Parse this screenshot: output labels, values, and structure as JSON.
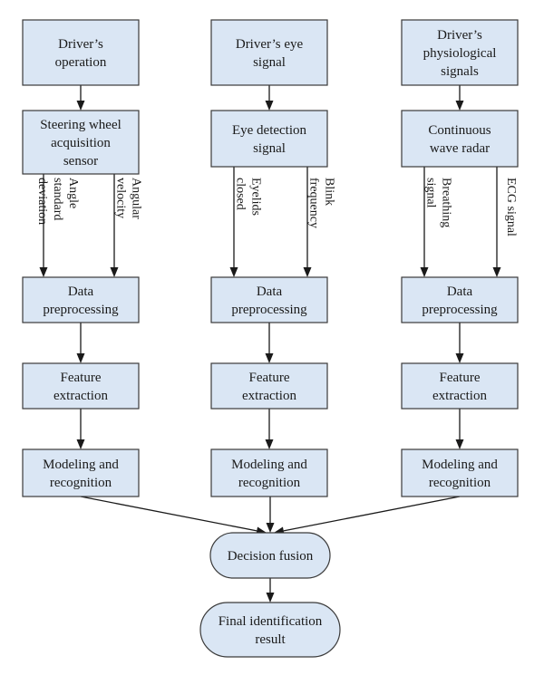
{
  "nodes": {
    "op_src": [
      "Driver’s",
      "operation"
    ],
    "eye_src": [
      "Driver’s eye",
      "signal"
    ],
    "phys_src": [
      "Driver’s",
      "physiological",
      "signals"
    ],
    "op_sensor": [
      "Steering wheel",
      "acquisition",
      "sensor"
    ],
    "eye_sensor": [
      "Eye detection",
      "signal"
    ],
    "phys_sensor": [
      "Continuous",
      "wave radar"
    ],
    "op_pre": [
      "Data",
      "preprocessing"
    ],
    "eye_pre": [
      "Data",
      "preprocessing"
    ],
    "phys_pre": [
      "Data",
      "preprocessing"
    ],
    "op_feat": [
      "Feature",
      "extraction"
    ],
    "eye_feat": [
      "Feature",
      "extraction"
    ],
    "phys_feat": [
      "Feature",
      "extraction"
    ],
    "op_model": [
      "Modeling and",
      "recognition"
    ],
    "eye_model": [
      "Modeling and",
      "recognition"
    ],
    "phys_model": [
      "Modeling and",
      "recognition"
    ],
    "fusion": [
      "Decision fusion"
    ],
    "final": [
      "Final identification",
      "result"
    ]
  },
  "edge_labels": {
    "op_angle": [
      "Angle",
      "standard",
      "deviation"
    ],
    "op_velocity": [
      "Angular",
      "velocity"
    ],
    "eye_closed": [
      "Eyelids",
      "closed"
    ],
    "eye_blink": [
      "Blink",
      "frequency"
    ],
    "phys_breath": [
      "Breathing",
      "signal"
    ],
    "phys_ecg": [
      "ECG signal"
    ]
  },
  "colors": {
    "box_fill": "#dae6f4",
    "box_stroke": "#3a3a3a",
    "arrow": "#1a1a1a"
  }
}
